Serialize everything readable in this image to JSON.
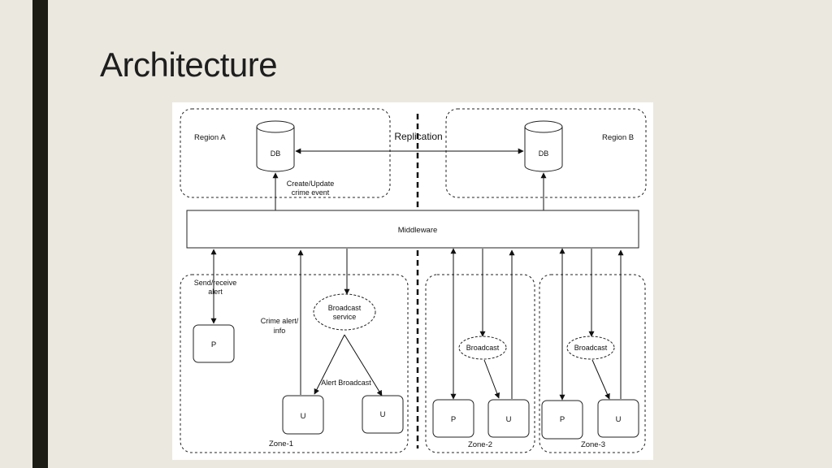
{
  "slide": {
    "title": "Architecture"
  },
  "diagram": {
    "replication": "Replication",
    "region_a": {
      "label": "Region A",
      "db": "DB"
    },
    "region_b": {
      "label": "Region B",
      "db": "DB"
    },
    "create_update_line1": "Create/Update",
    "create_update_line2": "crime event",
    "middleware": "Middleware",
    "zone1": {
      "label": "Zone-1",
      "send_receive_line1": "Send/receive",
      "send_receive_line2": "alert",
      "p": "P",
      "crime_alert_line1": "Crime alert/",
      "crime_alert_line2": "info",
      "broadcast_service_line1": "Broadcast",
      "broadcast_service_line2": "service",
      "alert_broadcast": "Alert Broadcast",
      "u1": "U",
      "u2": "U"
    },
    "zone2": {
      "label": "Zone-2",
      "broadcast": "Broadcast",
      "p": "P",
      "u": "U"
    },
    "zone3": {
      "label": "Zone-3",
      "broadcast": "Broadcast",
      "p": "P",
      "u": "U"
    }
  }
}
